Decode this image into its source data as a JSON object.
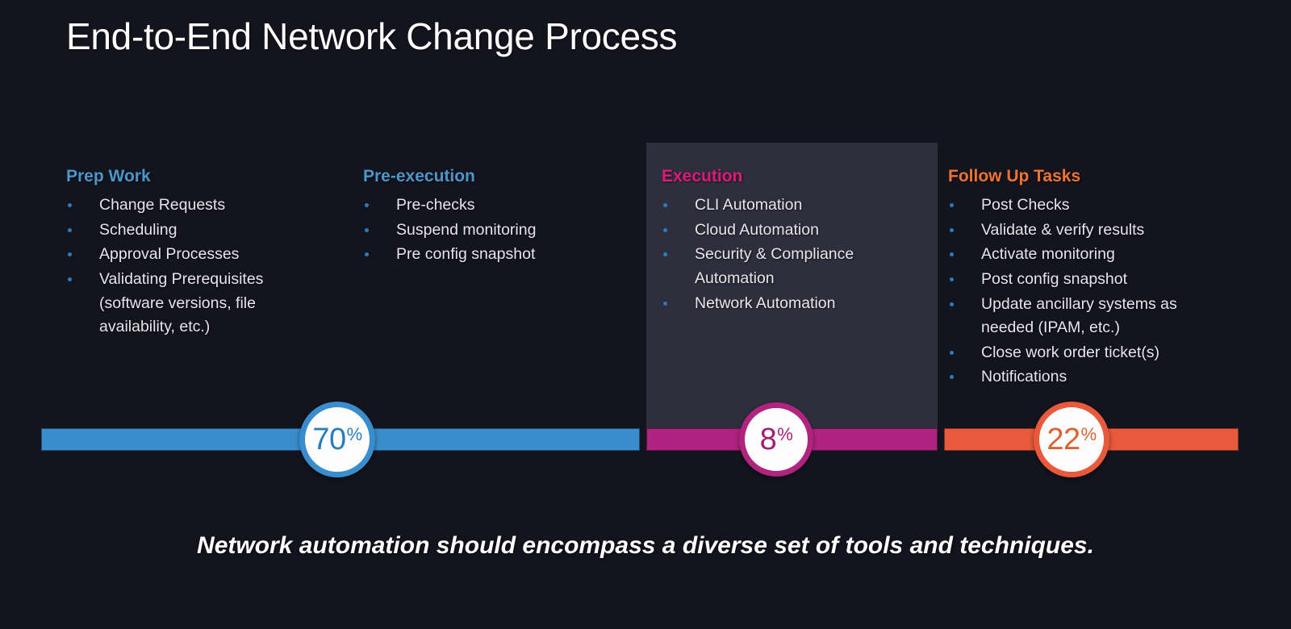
{
  "slide": {
    "title": "End-to-End Network Change Process",
    "background_color": "#14141f",
    "caption": "Network automation should encompass a diverse set of tools and techniques."
  },
  "columns": [
    {
      "key": "prep",
      "heading": "Prep Work",
      "heading_color": "#4b96c9",
      "items": [
        "Change Requests",
        "Scheduling",
        "Approval Processes",
        "Validating Prerequisites (software versions, file availability, etc.)"
      ]
    },
    {
      "key": "pre_execution",
      "heading": "Pre-execution",
      "heading_color": "#4b96c9",
      "items": [
        "Pre-checks",
        "Suspend monitoring",
        "Pre config snapshot"
      ]
    },
    {
      "key": "execution",
      "heading": "Execution",
      "heading_color": "#e0187e",
      "panel_color": "#2e2e3c",
      "items": [
        "CLI Automation",
        "Cloud  Automation",
        "Security & Compliance Automation",
        "Network Automation"
      ]
    },
    {
      "key": "follow_up",
      "heading": "Follow Up Tasks",
      "heading_color": "#f07430",
      "items": [
        "Post Checks",
        "Validate & verify results",
        "Activate monitoring",
        "Post config snapshot",
        "Update ancillary systems as needed (IPAM, etc.)",
        "Close work order ticket(s)",
        "Notifications"
      ]
    }
  ],
  "timeline": {
    "segments": [
      {
        "key": "prep",
        "color": "#3a8dcc"
      },
      {
        "key": "execution",
        "color": "#b0237f"
      },
      {
        "key": "follow_up",
        "color": "#e9593b"
      }
    ],
    "markers": [
      {
        "key": "prep",
        "value": "70",
        "sign": "%",
        "ring_color": "#3a8dcc",
        "text_color": "#2a7cbd"
      },
      {
        "key": "execution",
        "value": "8",
        "sign": "%",
        "ring_color": "#b0237f",
        "text_color": "#a41d74"
      },
      {
        "key": "follow_up",
        "value": "22",
        "sign": "%",
        "ring_color": "#e9593b",
        "text_color": "#d9622f"
      }
    ]
  },
  "bullet": {
    "color": "#2b7cb9"
  }
}
